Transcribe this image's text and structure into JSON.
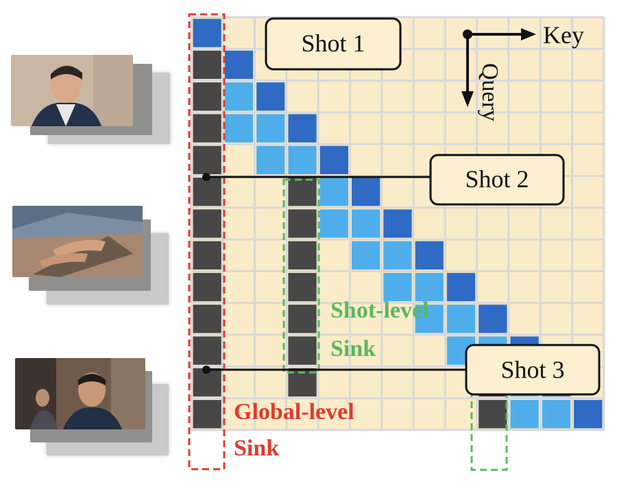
{
  "labels": {
    "shot1": "Shot 1",
    "shot2": "Shot 2",
    "shot3": "Shot 3",
    "key": "Key",
    "query": "Query",
    "shot_sink_line1": "Shot-level",
    "shot_sink_line2": "Sink",
    "global_sink_line1": "Global-level",
    "global_sink_line2": "Sink"
  },
  "colors": {
    "grid_bg": "#fbecc9",
    "grid_line": "#d8d8d8",
    "sink": "#474747",
    "dark_blue": "#2f6bc4",
    "light_blue": "#4faeea",
    "global_sink_text": "#e03a2f",
    "shot_sink_text": "#5cb85c"
  },
  "icons": [
    "key-arrow-icon",
    "query-arrow-icon",
    "origin-dot-icon"
  ]
}
